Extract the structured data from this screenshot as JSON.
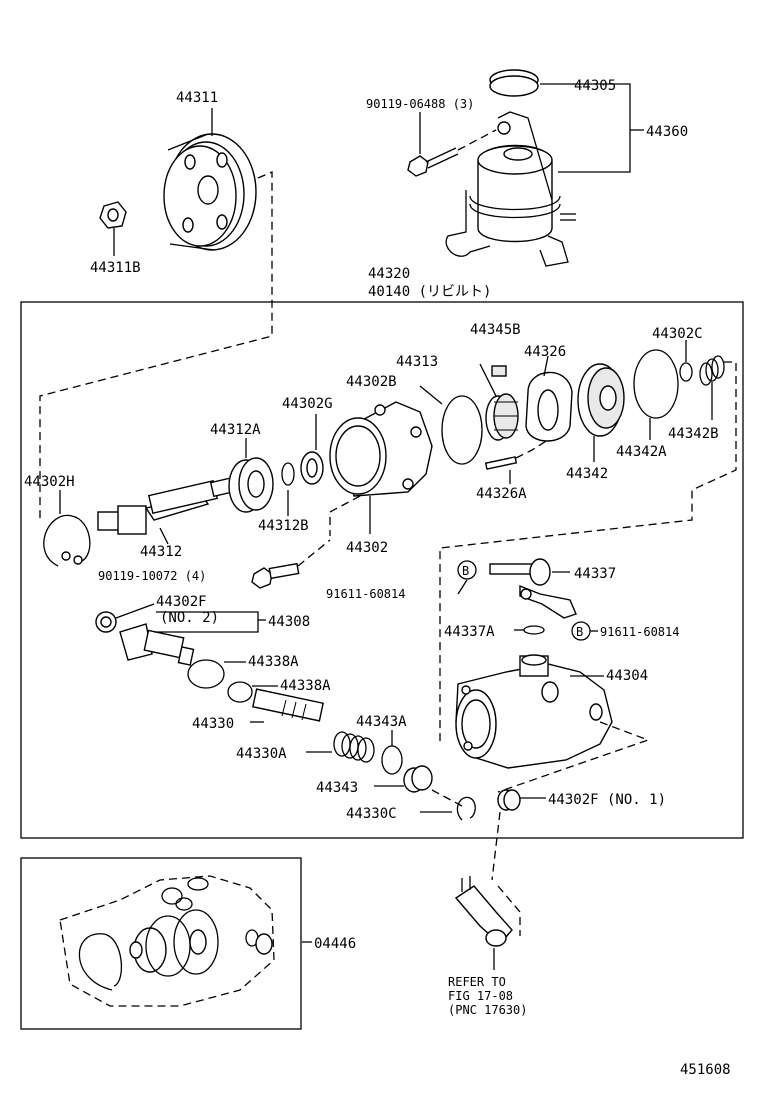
{
  "labels": {
    "p44311": "44311",
    "p44311b": "44311B",
    "p44305": "44305",
    "p44360": "44360",
    "bolt_reservoir": "90119-06488 (3)",
    "p44320": "44320",
    "p40140": "40140 (リビルト)",
    "p44345b": "44345B",
    "p44313": "44313",
    "p44326": "44326",
    "p44302c": "44302C",
    "p44302b": "44302B",
    "p44302g": "44302G",
    "p44312a": "44312A",
    "p44342a": "44342A",
    "p44342b": "44342B",
    "p44342": "44342",
    "p44326a": "44326A",
    "p44302h": "44302H",
    "p44312b": "44312B",
    "p44302": "44302",
    "p44312": "44312",
    "bolt_body": "90119-10072 (4)",
    "ref_b1_num": "91611-60814",
    "ref_b": "B",
    "p44337": "44337",
    "p44302f_no2_a": "44302F",
    "p44302f_no2_b": "(NO. 2)",
    "p44308": "44308",
    "p44337a": "44337A",
    "ref_b2_num": "91611-60814",
    "p44338a_1": "44338A",
    "p44304": "44304",
    "p44338a_2": "44338A",
    "p44330": "44330",
    "p44343a": "44343A",
    "p44330a": "44330A",
    "p44343": "44343",
    "p44302f_no1": "44302F (NO. 1)",
    "p44330c": "44330C",
    "p04446": "04446",
    "refer_1": "REFER TO",
    "refer_2": "FIG 17-08",
    "refer_3": "(PNC 17630)",
    "fig_number": "451608"
  }
}
